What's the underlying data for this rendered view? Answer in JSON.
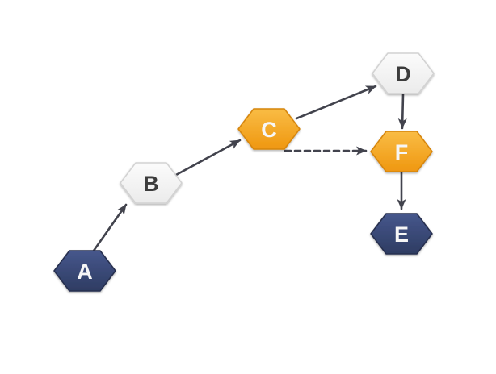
{
  "diagram": {
    "background": "#ffffff",
    "edge_color": "#42434d",
    "styles": {
      "navy": {
        "top": "#46578c",
        "bottom": "#2e3c62",
        "border": "#252f4e",
        "label": "#f6f6f6"
      },
      "amber": {
        "top": "#f9bc45",
        "bottom": "#ef9710",
        "border": "#d68508",
        "label": "#fdfdfd"
      },
      "light": {
        "top": "#fbfbfb",
        "bottom": "#ebebeb",
        "border": "#d2d2d2",
        "label": "#3c3c3c"
      }
    },
    "nodes": [
      {
        "id": "A",
        "label": "A",
        "style": "navy"
      },
      {
        "id": "B",
        "label": "B",
        "style": "light"
      },
      {
        "id": "C",
        "label": "C",
        "style": "amber"
      },
      {
        "id": "D",
        "label": "D",
        "style": "light"
      },
      {
        "id": "E",
        "label": "E",
        "style": "navy"
      },
      {
        "id": "F",
        "label": "F",
        "style": "amber"
      }
    ],
    "edges": [
      {
        "from": "A",
        "to": "B",
        "style": "solid"
      },
      {
        "from": "B",
        "to": "C",
        "style": "solid"
      },
      {
        "from": "C",
        "to": "D",
        "style": "solid"
      },
      {
        "from": "C",
        "to": "F",
        "style": "dashed"
      },
      {
        "from": "D",
        "to": "F",
        "style": "solid"
      },
      {
        "from": "F",
        "to": "E",
        "style": "solid"
      }
    ]
  }
}
